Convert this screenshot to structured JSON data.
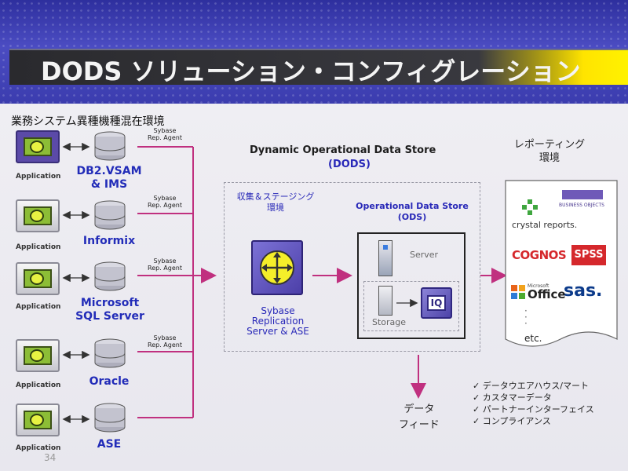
{
  "header": {
    "title": "DODS ソリューション・コンフィグレーション"
  },
  "left_section": {
    "label": "業務システム異種機種混在環境",
    "app_label": "Application",
    "agent_line1": "Sybase",
    "agent_line2": "Rep. Agent",
    "databases": [
      {
        "name_line1": "DB2.VSAM",
        "name_line2": "& IMS"
      },
      {
        "name_line1": "Informix",
        "name_line2": ""
      },
      {
        "name_line1": "Microsoft",
        "name_line2": "SQL Server"
      },
      {
        "name_line1": "Oracle",
        "name_line2": ""
      },
      {
        "name_line1": "ASE",
        "name_line2": ""
      }
    ]
  },
  "dods": {
    "title": "Dynamic Operational Data Store",
    "abbr": "(DODS)",
    "staging_label_line1": "収集＆ステージング",
    "staging_label_line2": "環境",
    "replication_line1": "Sybase",
    "replication_line2": "Replication",
    "replication_line3": "Server & ASE",
    "ods_title_line1": "Operational Data Store",
    "ods_title_line2": "(ODS)",
    "server_label": "Server",
    "storage_label": "Storage"
  },
  "reporting": {
    "label_line1": "レポーティング",
    "label_line2": "環境",
    "logos": {
      "crystal": "crystal reports.",
      "business_objects": "BUSINESS OBJECTS",
      "cognos": "COGNOS",
      "spss": "SPSS",
      "office": "Office",
      "microsoft": "Microsoft",
      "sas": "sas."
    },
    "etc": "etc."
  },
  "data_feed": {
    "line1": "データ",
    "line2": "フィード"
  },
  "checklist": [
    "データウエアハウス/マート",
    "カスタマーデータ",
    "パートナーインターフェイス",
    "コンプライアンス"
  ],
  "page_number": "34",
  "colors": {
    "arrow": "#c0307f",
    "header_blue": "#3b3cae",
    "db_name_blue": "#222cb8"
  }
}
